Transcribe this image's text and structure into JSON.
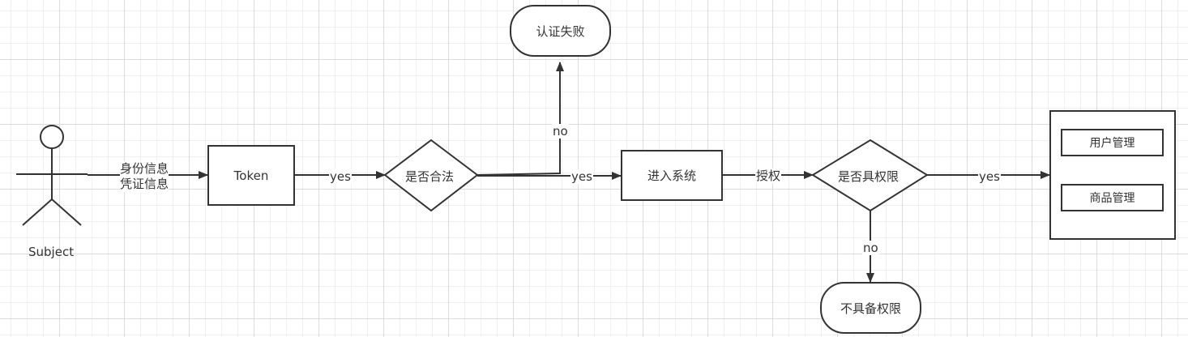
{
  "actor": {
    "name": "Subject"
  },
  "nodes": {
    "token": "Token",
    "legal_check": "是否合法",
    "auth_failed": "认证失败",
    "enter_system": "进入系统",
    "permission_check": "是否具权限",
    "no_permission": "不具备权限",
    "user_management": "用户管理",
    "product_management": "商品管理"
  },
  "edges": {
    "credentials_line1": "身份信息",
    "credentials_line2": "凭证信息",
    "token_to_check": "yes",
    "check_to_failed": "no",
    "check_to_system": "yes",
    "system_to_permission": "授权",
    "permission_to_modules": "yes",
    "permission_to_denied": "no"
  }
}
